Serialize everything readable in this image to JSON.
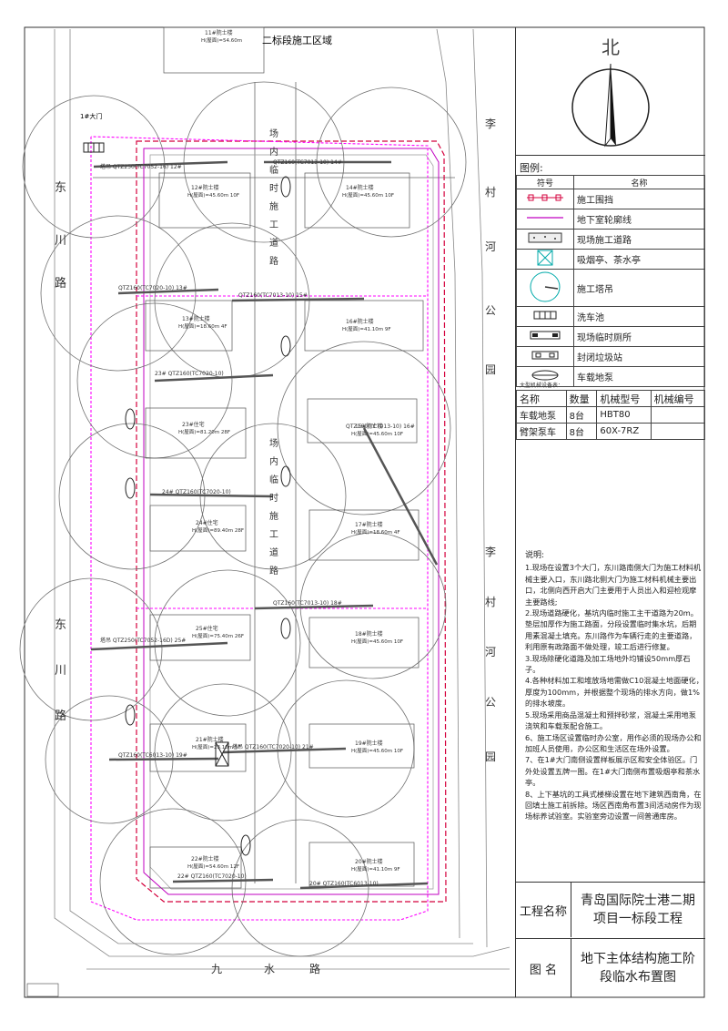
{
  "site": {
    "top_zone": "二标段施工区域",
    "road_east": [
      "李",
      "村",
      "河",
      "公",
      "园"
    ],
    "road_west": [
      "东",
      "川",
      "路"
    ],
    "road_south": [
      "九",
      "水",
      "路"
    ],
    "road_inner": [
      "场",
      "内",
      "临",
      "时",
      "施",
      "工",
      "道",
      "路"
    ],
    "buildings": [
      {
        "id": "b11",
        "name": "11#院士楼",
        "h": "H(屋面)=54.60m"
      },
      {
        "id": "b12",
        "name": "12#院士楼",
        "h": "H(屋面)=45.60m 10F"
      },
      {
        "id": "b14",
        "name": "14#院士楼",
        "h": "H(屋面)=45.60m 10F"
      },
      {
        "id": "b13",
        "name": "13#院士楼",
        "h": "H(屋面)=18.60m 4F"
      },
      {
        "id": "b16",
        "name": "16#院士楼",
        "h": "H(屋面)=41.10m 9F"
      },
      {
        "id": "b23",
        "name": "23#住宅",
        "h": "H(屋面)=81.20m 28F"
      },
      {
        "id": "b15",
        "name": "15#院士楼",
        "h": "H(屋面)=45.60m 10F"
      },
      {
        "id": "b24",
        "name": "24#住宅",
        "h": "H(屋面)=89.40m 28F"
      },
      {
        "id": "b17",
        "name": "17#院士楼",
        "h": "H(屋面)=18.60m 4F"
      },
      {
        "id": "b25",
        "name": "25#住宅",
        "h": "H(屋面)=75.40m 26F"
      },
      {
        "id": "b18",
        "name": "18#院士楼",
        "h": "H(屋面)=45.60m 10F"
      },
      {
        "id": "b21",
        "name": "21#院士楼",
        "h": "H(屋面)=23.10m 5F"
      },
      {
        "id": "b19",
        "name": "19#院士楼",
        "h": "H(屋面)=45.60m 10F"
      },
      {
        "id": "b22",
        "name": "22#院士楼",
        "h": "H(屋面)=54.60m 12F"
      },
      {
        "id": "b20",
        "name": "20#院士楼",
        "h": "H(屋面)=41.10m 9F"
      }
    ],
    "cranes": [
      {
        "id": "c12",
        "label": "塔吊 QTZ250(TC7052-16) 12#"
      },
      {
        "id": "c14",
        "label": "QTZ160(TC7013-10) 14#"
      },
      {
        "id": "c13",
        "label": "QTZ160(TC7020-10) 13#"
      },
      {
        "id": "c15",
        "label": "QTZ160(TC7013-10) 15#"
      },
      {
        "id": "c23",
        "label": "23# QTZ160(TC7020-10)"
      },
      {
        "id": "c16",
        "label": "QTZ160(TC7013-10) 16#"
      },
      {
        "id": "c24",
        "label": "24# QTZ160(TC7020-10)"
      },
      {
        "id": "c18",
        "label": "QTZ160(TC7013-10) 18#"
      },
      {
        "id": "c25",
        "label": "塔吊 QTZ250(TC7052-16D) 25#"
      },
      {
        "id": "c21",
        "label": "塔吊 QTZ160(TC7020-10) 21#"
      },
      {
        "id": "c19",
        "label": "QTZ160(TC6013-10) 19#"
      },
      {
        "id": "c22",
        "label": "22# QTZ160(TC7020-10)"
      },
      {
        "id": "c20",
        "label": "20# QTZ160(TC6013-10)"
      }
    ],
    "gate_label": "1#大门"
  },
  "sidebar": {
    "north": "北",
    "legend_title": "图例:",
    "legend_head_symbol": "符号",
    "legend_head_name": "名称",
    "legend": [
      {
        "icon": "fence-icon",
        "name": "施工围挡"
      },
      {
        "icon": "basement-outline-icon",
        "name": "地下室轮廓线"
      },
      {
        "icon": "site-road-icon",
        "name": "现场施工道路"
      },
      {
        "icon": "smoking-pavilion-icon",
        "name": "吸烟亭、茶水亭"
      },
      {
        "icon": "tower-crane-icon",
        "name": "施工塔吊"
      },
      {
        "icon": "wash-pool-icon",
        "name": "洗车池"
      },
      {
        "icon": "temp-toilet-icon",
        "name": "现场临时厕所"
      },
      {
        "icon": "closed-garbage-icon",
        "name": "封闭垃圾站"
      },
      {
        "icon": "truck-pump-icon",
        "name": "车载地泵"
      }
    ],
    "small_note": "大型机械设备表：",
    "machine_headers": [
      "名称",
      "数量",
      "机械型号",
      "机械编号"
    ],
    "machines": [
      {
        "name": "车载地泵",
        "qty": "8台",
        "model": "HBT80",
        "code": ""
      },
      {
        "name": "臂架泵车",
        "qty": "8台",
        "model": "60X-7RZ",
        "code": ""
      }
    ],
    "notes_title": "说明:",
    "notes": [
      "1.现场在设置3个大门，东川路南侧大门为施工材料机械主要入口，东川路北侧大门为施工材料机械主要出口，北侧向西开启大门主要用于人员出入和迎检观摩主要路线;",
      "2.现场道路硬化，基坑内临时施工主干道路为20m。垫层加厚作为施工路面，分段设置临时集水坑，后期用素混凝土填充。东川路作为车辆行走的主要道路，利用原有政路面不做处理，竣工后进行修复。",
      "3.现场除硬化道路及加工场地外均铺设50mm厚石子。",
      "4.各种材料加工和堆放场地需做C10混凝土地面硬化，厚度为100mm，并根据整个现场的排水方向，做1%的排水坡度。",
      "5.现场采用商品混凝土和预拌砂浆，混凝土采用地泵浇筑和车载泵配合施工。",
      "6、施工场区设置临时办公室，用作必须的现场办公和加班人员使用，办公区和生活区在场外设置。",
      "7、在1#大门南侧设置样板展示区和安全体验区。门外处设置五牌一图。在1#大门南侧布置吸烟亭和茶水亭。",
      "8、上下基坑的工具式楼梯设置在地下建筑西南角，在回填土施工前拆除。场区西南角布置3间活动房作为现场标养试验室。实验室旁边设置一间普通库房。"
    ],
    "project_label": "工程名称",
    "project_value": "青岛国际院士港二期项目一标段工程",
    "drawing_label": "图  名",
    "drawing_value": "地下主体结构施工阶段临水布置图"
  },
  "colors": {
    "fence": "#d4003c",
    "basement": "#c000c0",
    "water": "#ff00ff",
    "line": "#555555",
    "crane_circle": "#707070"
  }
}
